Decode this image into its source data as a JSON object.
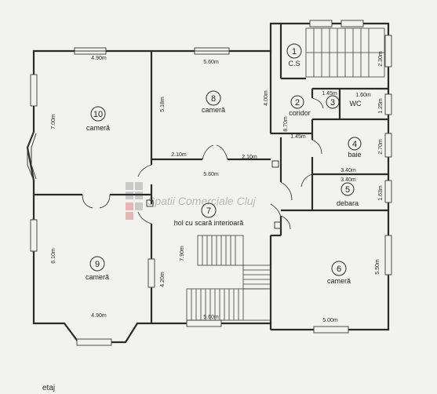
{
  "floor_label": "etaj",
  "watermark": "Spatii Comerciale Cluj",
  "rooms": {
    "r1": {
      "num": "1",
      "name": "C.S"
    },
    "r2": {
      "num": "2",
      "name": "coridor"
    },
    "r3": {
      "num": "3",
      "name": "WC"
    },
    "r4": {
      "num": "4",
      "name": "baie"
    },
    "r5": {
      "num": "5",
      "name": "debara"
    },
    "r6": {
      "num": "6",
      "name": "cameră"
    },
    "r7": {
      "num": "7",
      "name": "hol cu scară interioară"
    },
    "r8": {
      "num": "8",
      "name": "cameră"
    },
    "r9": {
      "num": "9",
      "name": "cameră"
    },
    "r10": {
      "num": "10",
      "name": "cameră"
    }
  },
  "dimensions": {
    "r10_width": "4.90m",
    "r10_height": "7.00m",
    "r8_width": "5.60m",
    "r8_height_left": "5.18m",
    "r8_height_right": "4.00m",
    "r8_bottom_left": "2.10m",
    "r8_bottom_right": "2.10m",
    "hall_width": "5.60m",
    "r1_height": "2.30m",
    "r2_width": "1.45m",
    "r2_height": "8.70m",
    "r2_bottom": "1.45m",
    "r3_width": "1.60m",
    "r3_height": "1.25m",
    "r4_height": "2.70m",
    "r4_width": "3.40m",
    "r5_width": "3.40m",
    "r5_height": "1.63m",
    "r9_height": "6.10m",
    "r9_width": "4.90m",
    "hall_height": "7.90m",
    "stair_height": "4.20m",
    "hall_bottom": "5.60m",
    "r6_height": "5.50m",
    "r6_width": "5.00m"
  }
}
